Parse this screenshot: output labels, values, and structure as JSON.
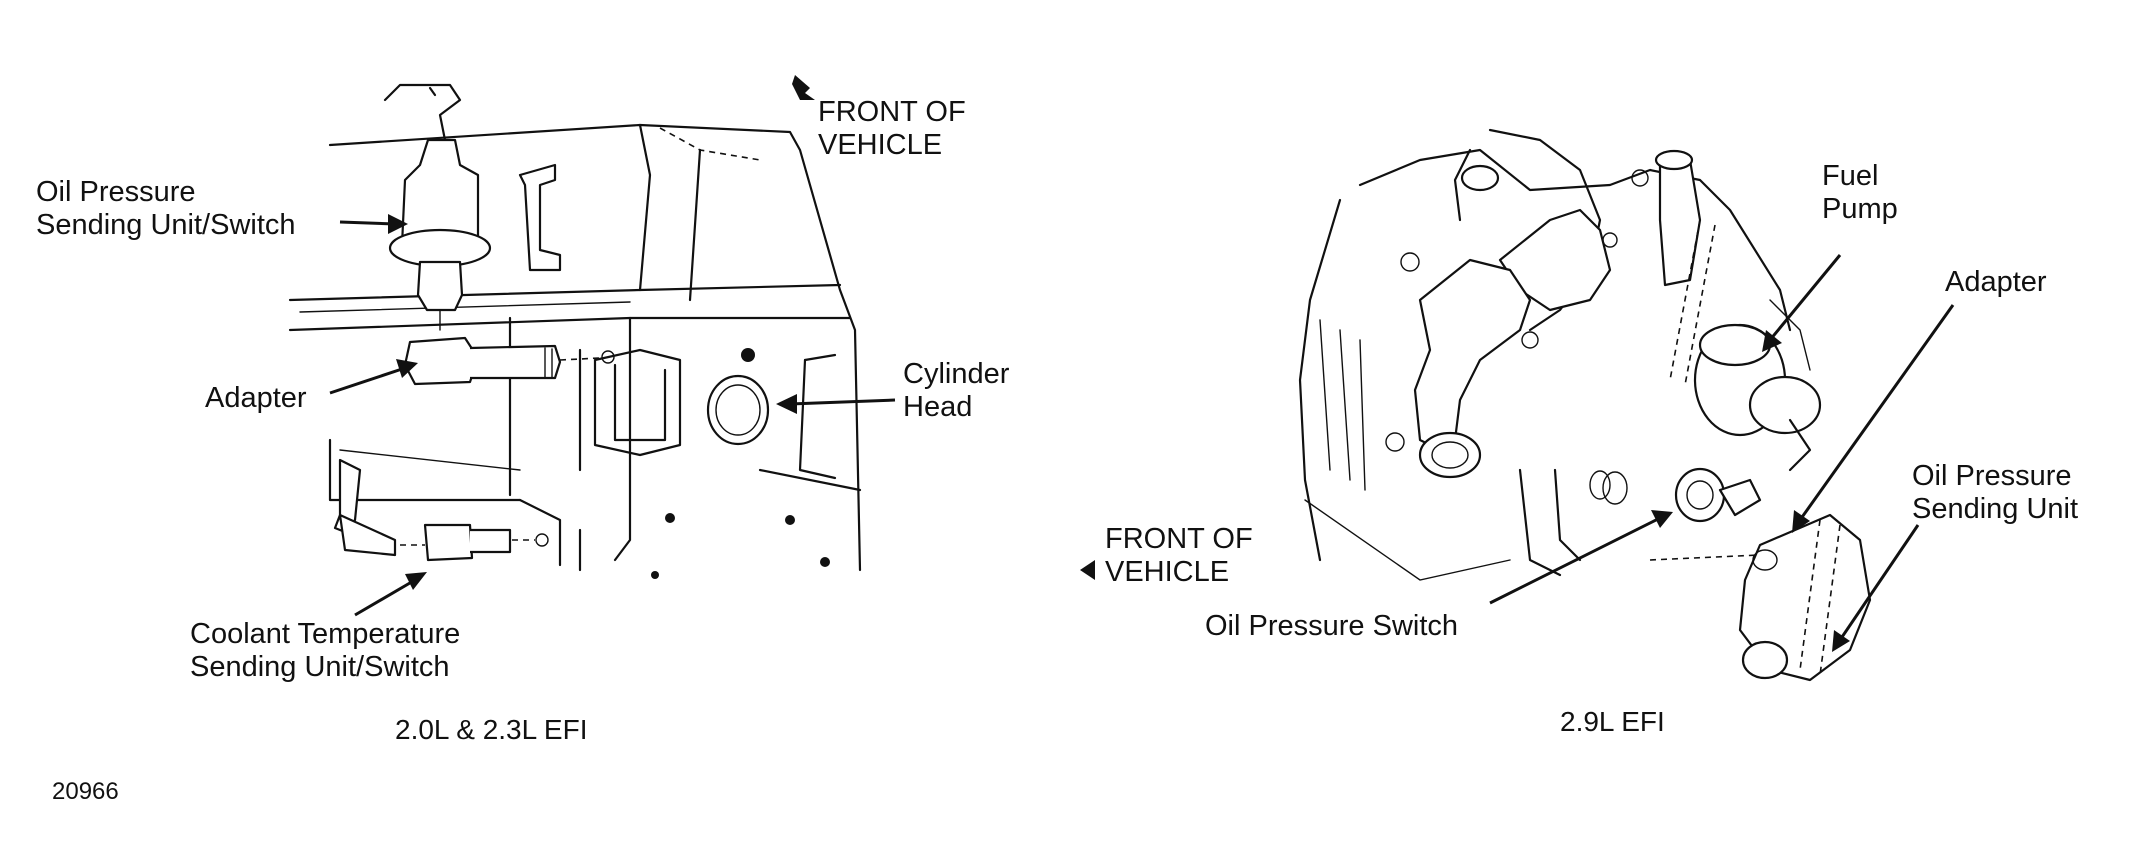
{
  "left_figure": {
    "caption": "2.0L & 2.3L EFI",
    "front_label": [
      "FRONT OF",
      "VEHICLE"
    ],
    "labels": {
      "oil_pressure_sending_unit_switch": [
        "Oil Pressure",
        "Sending Unit/Switch"
      ],
      "adapter": "Adapter",
      "cylinder_head": [
        "Cylinder",
        "Head"
      ],
      "coolant_temperature_sending_unit_switch": [
        "Coolant Temperature",
        "Sending Unit/Switch"
      ]
    }
  },
  "right_figure": {
    "caption": "2.9L EFI",
    "front_label": [
      "FRONT OF",
      "VEHICLE"
    ],
    "labels": {
      "fuel_pump": [
        "Fuel",
        "Pump"
      ],
      "adapter": "Adapter",
      "oil_pressure_sending_unit": [
        "Oil Pressure",
        "Sending Unit"
      ],
      "oil_pressure_switch": "Oil Pressure Switch"
    }
  },
  "figure_id": "20966"
}
